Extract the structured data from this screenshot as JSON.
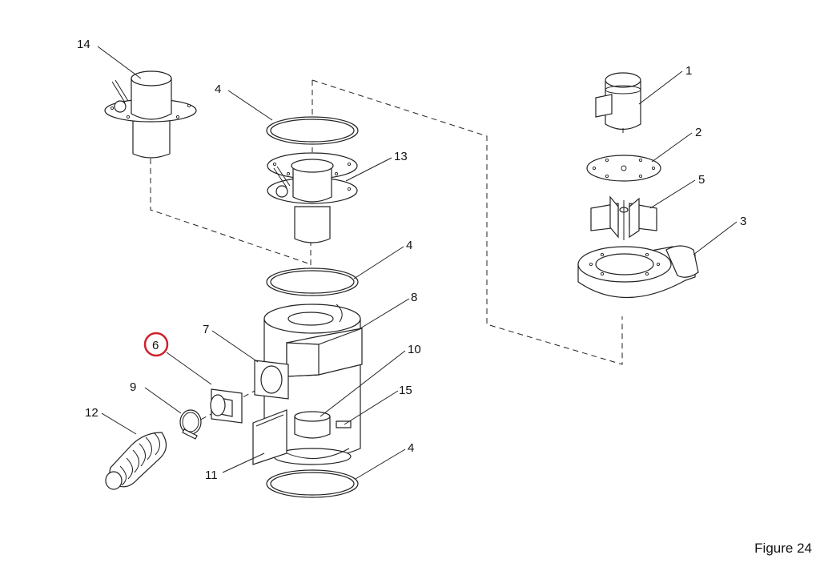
{
  "figure": {
    "caption": "Figure 24",
    "highlighted_callout": "6",
    "highlight_color": "#d0202a"
  },
  "callouts": {
    "c1": "1",
    "c2": "2",
    "c3": "3",
    "c4a": "4",
    "c4b": "4",
    "c4c": "4",
    "c5": "5",
    "c6": "6",
    "c7": "7",
    "c8": "8",
    "c9": "9",
    "c10": "10",
    "c11": "11",
    "c12": "12",
    "c13": "13",
    "c14": "14",
    "c15": "15"
  }
}
